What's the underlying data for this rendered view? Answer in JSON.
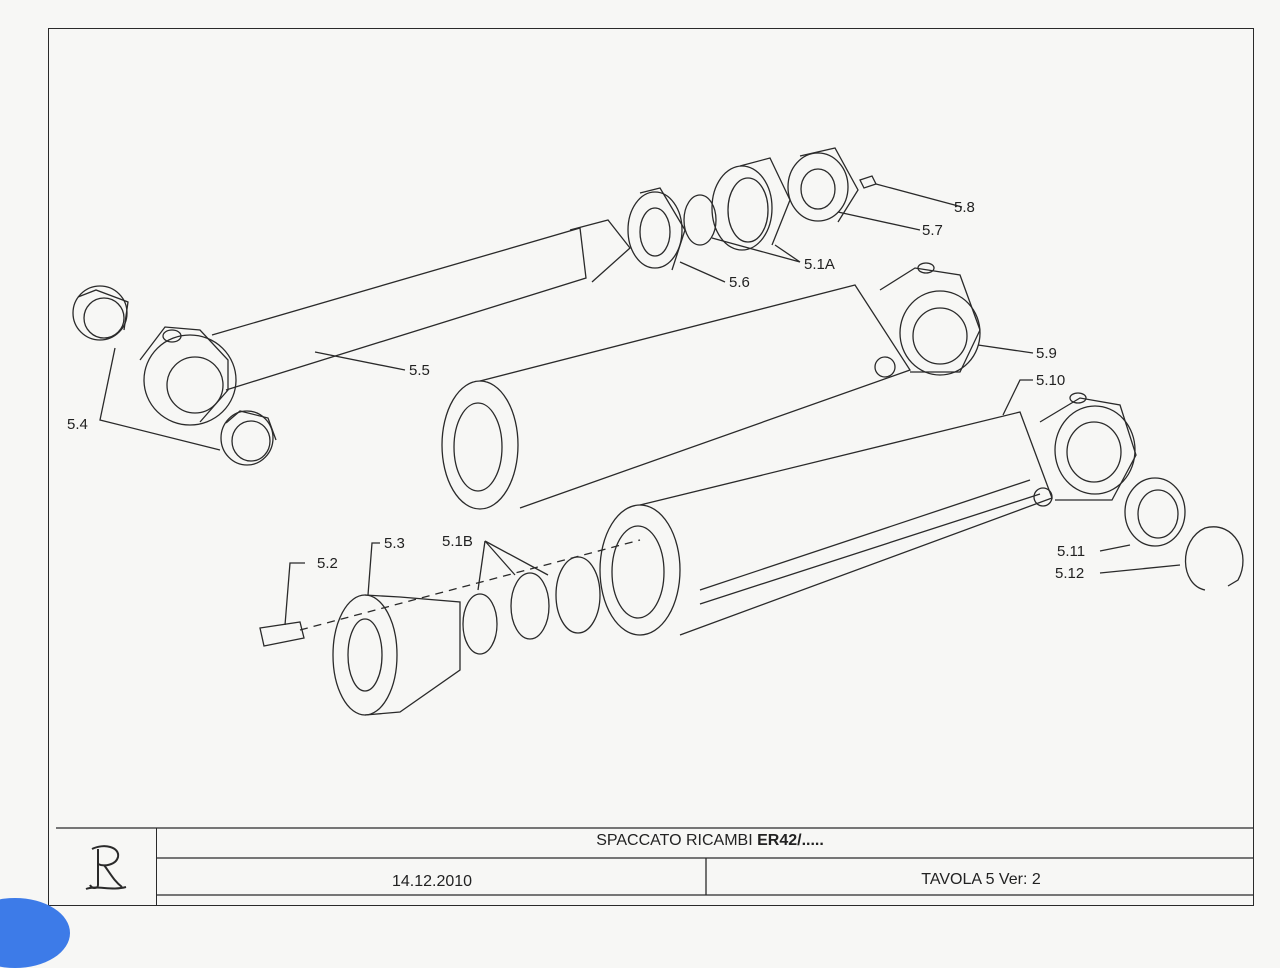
{
  "callouts": {
    "c51a": "5.1A",
    "c51b": "5.1B",
    "c52": "5.2",
    "c53": "5.3",
    "c54": "5.4",
    "c55": "5.5",
    "c56": "5.6",
    "c57": "5.7",
    "c58": "5.8",
    "c59": "5.9",
    "c510": "5.10",
    "c511": "5.11",
    "c512": "5.12"
  },
  "title_block": {
    "title_prefix": "SPACCATO RICAMBI ",
    "title_model": "ER42/.....",
    "date": "14.12.2010",
    "sheet": "TAVOLA 5  Ver: 2",
    "logo": "R-monogram"
  },
  "colors": {
    "ink": "#2a2a2a",
    "paper": "#f7f7f5",
    "accent_blob": "#3d7be8"
  }
}
